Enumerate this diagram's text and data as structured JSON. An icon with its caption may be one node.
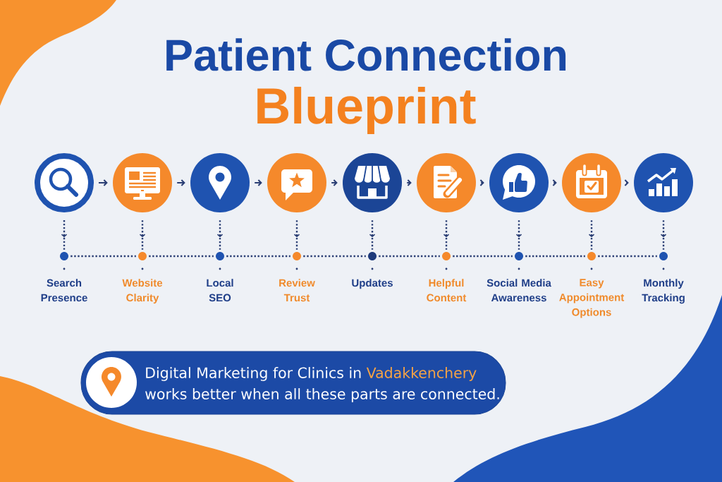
{
  "diagram": {
    "title": "Patient Connection Blueprint",
    "nodes": [
      {
        "text": [],
        "shape": "circle"
      },
      {
        "text": [],
        "shape": "circle"
      },
      {
        "text": [],
        "shape": "circle"
      },
      {
        "text": [],
        "shape": "circle"
      },
      {
        "text": [],
        "shape": "circle"
      },
      {
        "text": [],
        "shape": "circle"
      },
      {
        "text": [],
        "shape": "circle"
      },
      {
        "text": [],
        "shape": "circle"
      },
      {
        "text": [],
        "shape": "circle"
      },
      {
        "text": [],
        "shape": "circle",
        "beside": [
          "Search Presence"
        ]
      },
      {
        "text": [],
        "shape": "circle",
        "beside": [
          "Website Clarity"
        ]
      },
      {
        "text": [],
        "shape": "circle",
        "beside": [
          "Local SEO"
        ]
      },
      {
        "text": [],
        "shape": "circle",
        "beside": [
          "Review Trust"
        ]
      },
      {
        "text": [],
        "shape": "circle",
        "beside": [
          "Updates"
        ]
      },
      {
        "text": [],
        "shape": "circle",
        "beside": [
          "Helpful Content"
        ]
      },
      {
        "text": [],
        "shape": "circle",
        "beside": [
          "Social Media Awareness"
        ]
      },
      {
        "text": [],
        "shape": "circle",
        "beside": [
          "Easy Appointment Options"
        ]
      },
      {
        "text": [],
        "shape": "circle",
        "beside": [
          "Monthly Tracking"
        ]
      },
      {
        "text": [
          "Digital Marketing for Clinics in",
          "Vadakkenchery",
          "works better when all these parts are connected."
        ]
      }
    ],
    "edges": [
      {
        "from": 0,
        "to": 1,
        "arrow": "to"
      },
      {
        "from": 1,
        "to": 2,
        "arrow": "to"
      },
      {
        "from": 2,
        "to": 3,
        "arrow": "to"
      },
      {
        "from": 3,
        "to": 4,
        "arrow": "to"
      },
      {
        "from": 4,
        "to": 5,
        "arrow": "to"
      },
      {
        "from": 5,
        "to": 6,
        "arrow": "to"
      },
      {
        "from": 6,
        "to": 7,
        "arrow": "to"
      },
      {
        "from": 7,
        "to": 8,
        "arrow": "to"
      },
      {
        "from": 0,
        "to": 9,
        "arrow": "to",
        "style": "dashed"
      },
      {
        "from": 1,
        "to": 10,
        "arrow": "to",
        "style": "dashed"
      },
      {
        "from": 2,
        "to": 11,
        "arrow": "to",
        "style": "dashed"
      },
      {
        "from": 3,
        "to": 12,
        "arrow": "to",
        "style": "dashed"
      },
      {
        "from": 4,
        "to": 13,
        "arrow": "to",
        "style": "dashed"
      },
      {
        "from": 5,
        "to": 14,
        "arrow": "to",
        "style": "dashed"
      },
      {
        "from": 6,
        "to": 15,
        "arrow": "to",
        "style": "dashed"
      },
      {
        "from": 7,
        "to": 16,
        "arrow": "to",
        "style": "dashed"
      },
      {
        "from": 8,
        "to": 17,
        "arrow": "to",
        "style": "dashed"
      },
      {
        "from": 9,
        "to": 10,
        "arrow": "none",
        "style": "dashed"
      },
      {
        "from": 10,
        "to": 11,
        "arrow": "none",
        "style": "dashed"
      },
      {
        "from": 11,
        "to": 12,
        "arrow": "none",
        "style": "dashed"
      },
      {
        "from": 12,
        "to": 13,
        "arrow": "none",
        "style": "dashed"
      },
      {
        "from": 13,
        "to": 14,
        "arrow": "none",
        "style": "dashed"
      },
      {
        "from": 14,
        "to": 15,
        "arrow": "none",
        "style": "dashed"
      },
      {
        "from": 15,
        "to": 16,
        "arrow": "none",
        "style": "dashed"
      },
      {
        "from": 16,
        "to": 17,
        "arrow": "none",
        "style": "dashed"
      }
    ]
  }
}
